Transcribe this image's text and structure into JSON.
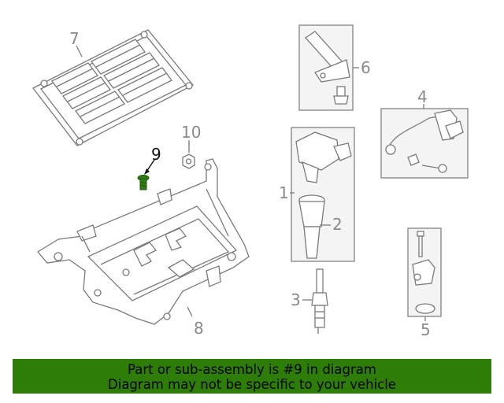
{
  "callouts": {
    "c1": "1",
    "c2": "2",
    "c3": "3",
    "c4": "4",
    "c5": "5",
    "c6": "6",
    "c7": "7",
    "c8": "8",
    "c9": "9",
    "c10": "10"
  },
  "highlighted_part": "9",
  "banner": {
    "line1": "Part or sub-assembly is #9 in diagram",
    "line2": "Diagram may not be specific to your vehicle"
  },
  "colors": {
    "banner_bg": "#2e7d09",
    "highlight_part": "#2f7d14",
    "line": "#7a7a7a"
  }
}
